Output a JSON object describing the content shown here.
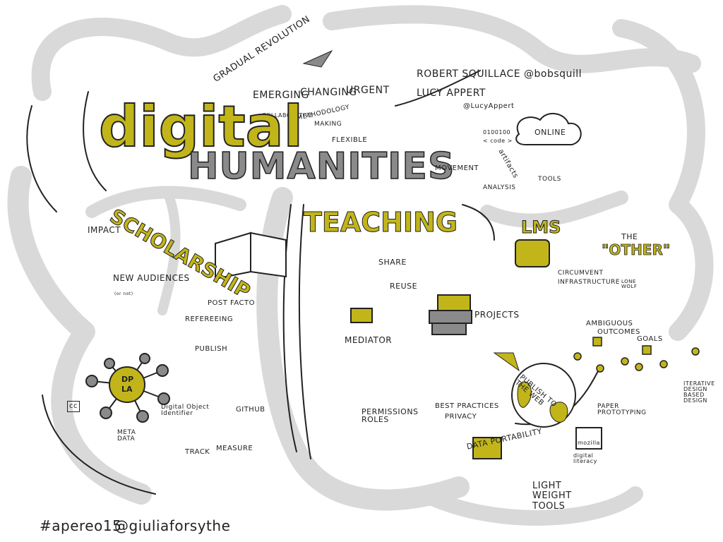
{
  "colors": {
    "accent": "#c2b51a",
    "gray": "#8a8a8a",
    "light_gray": "#d9d9d9",
    "ink": "#222222"
  },
  "header": {
    "gradual_revolution": "GRADUAL REVOLUTION",
    "emerging": "EMERGING",
    "changing": "CHANGING",
    "urgent": "URGENT",
    "collaborative": "COLLABORATIVE",
    "methodology": "METHODOLOGY",
    "making": "MAKING",
    "flexible": "FLEXIBLE",
    "digital": "digital",
    "humanities": "HUMANITIES"
  },
  "speakers": {
    "line1": "ROBERT SQUILLACE @bobsquill",
    "line2": "LUCY APPERT",
    "line3": "@LucyAppert"
  },
  "top_right": {
    "code_line1": "0100100",
    "code_line2": "< code >",
    "artifacts": "artifacts",
    "online": "ONLINE",
    "movement": "MOVEMENT",
    "analysis": "ANALYSIS",
    "tools": "TOOLS",
    "lms": "LMS"
  },
  "scholarship": {
    "title": "SCHOLARSHIP",
    "impact": "IMPACT",
    "new_audiences": "NEW AUDIENCES",
    "or_not": "(or not)",
    "post_facto": "POST FACTO",
    "refereeing": "REFEREEING",
    "publish": "PUBLISH",
    "dpla_line1": "DP",
    "dpla_line2": "LA",
    "cc": "cc",
    "digital_object_identifier": "Digital Object Identifier",
    "meta_data": "META DATA",
    "github": "GITHUB",
    "track": "TRACK",
    "measure": "MEASURE"
  },
  "teaching": {
    "title": "TEACHING",
    "share": "SHARE",
    "reuse": "REUSE",
    "mediator": "MEDIATOR",
    "projects": "PROJECTS",
    "publish_to_the_web": "PUBLISH TO THE WEB",
    "permissions_roles": "PERMISSIONS ROLES",
    "best_practices": "BEST PRACTICES",
    "privacy": "PRIVACY",
    "data_portability": "DATA PORTABILITY"
  },
  "other": {
    "the": "THE",
    "other": "\"OTHER\"",
    "circumvent": "CIRCUMVENT",
    "infrastructure": "INFRASTRUCTURE",
    "lone_wolf": "LONE WOLF",
    "ambiguous": "AMBIGUOUS",
    "outcomes": "OUTCOMES",
    "goals": "GOALS",
    "paper_prototyping": "PAPER PROTOTYPING",
    "iterative_design": "ITERATIVE DESIGN BASED DESIGN",
    "mozilla": "mozilla",
    "digital_literacy": "digital literacy",
    "light_weight_tools": "LIGHT WEIGHT TOOLS"
  },
  "footer": {
    "hashtag": "#apereo15",
    "handle": "@giuliaforsythe"
  }
}
